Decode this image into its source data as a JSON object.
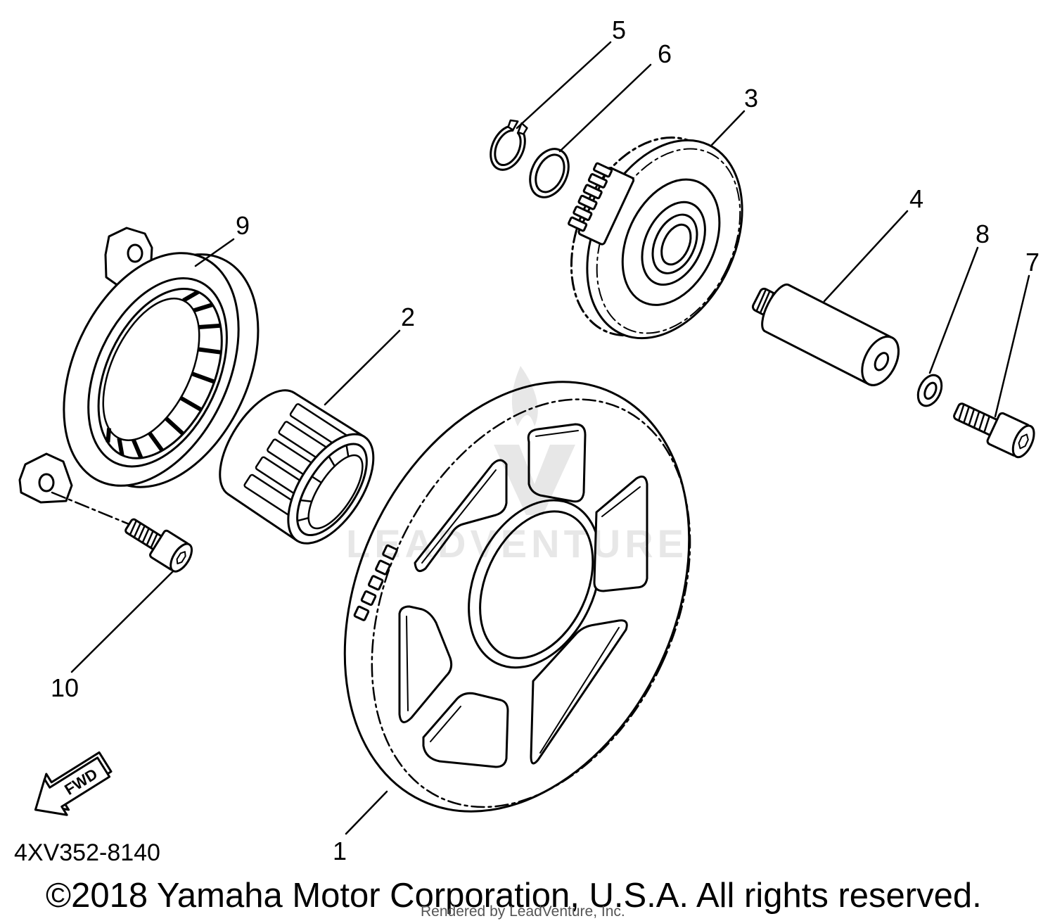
{
  "diagram": {
    "callouts": [
      "1",
      "2",
      "3",
      "4",
      "5",
      "6",
      "7",
      "8",
      "9",
      "10"
    ],
    "fwd_label": "FWD",
    "part_number": "4XV352-8140",
    "copyright": "©2018 Yamaha Motor Corporation, U.S.A. All rights reserved.",
    "rendered_by": "Rendered by LeadVenture, Inc.",
    "watermark": "LEADVENTURE"
  },
  "colors": {
    "line": "#000000",
    "background": "#ffffff",
    "credit_text": "#555555"
  }
}
